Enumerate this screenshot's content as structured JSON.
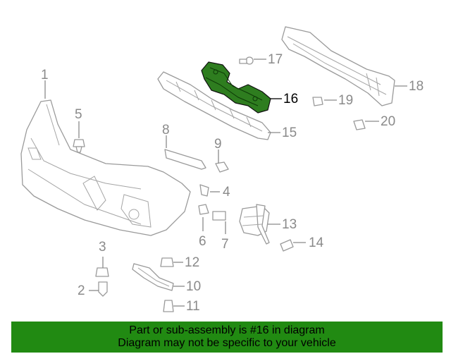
{
  "diagram": {
    "callouts": [
      "1",
      "2",
      "3",
      "4",
      "5",
      "6",
      "7",
      "8",
      "9",
      "10",
      "11",
      "12",
      "13",
      "14",
      "15",
      "16",
      "17",
      "18",
      "19",
      "20"
    ],
    "highlighted_callout": "16",
    "highlight_color": "#2e7d1f"
  },
  "footer": {
    "line1": "Part or sub-assembly is #16 in diagram",
    "line2": "Diagram may not be specific to your vehicle",
    "background": "#218a12"
  }
}
